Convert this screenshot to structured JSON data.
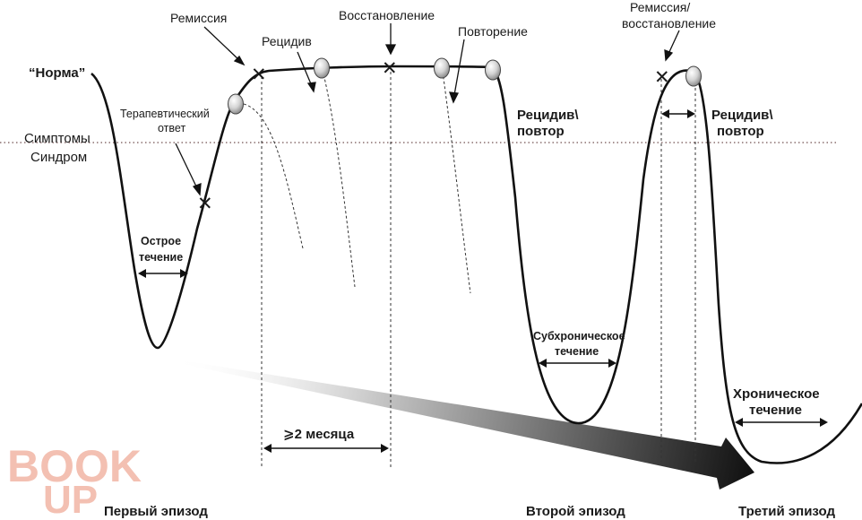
{
  "labels": {
    "norma": "“Норма”",
    "symptoms": "Симптомы",
    "syndrome": "Синдром",
    "remission_top": "Ремиссия",
    "relapse_top": "Рецидив",
    "recovery_top": "Восстановление",
    "repetition_top": "Повторение",
    "remission_recovery_1": "Ремиссия/",
    "remission_recovery_2": "восстановление",
    "therapeutic_1": "Терапевтический",
    "therapeutic_2": "ответ",
    "acute_1": "Острое",
    "acute_2": "течение",
    "relapse_repeat_1a": "Рецидив\\",
    "relapse_repeat_1b": "повтор",
    "relapse_repeat_2a": "Рецидив\\",
    "relapse_repeat_2b": "повтор",
    "subchronic_1": "Субхроническое",
    "subchronic_2": "течение",
    "chronic_1": "Хроническое",
    "chronic_2": "течение",
    "two_months": "⩾2 месяца",
    "first_episode": "Первый эпизод",
    "second_episode": "Второй эпизод",
    "third_episode": "Третий эпизод",
    "watermark_top": "BOOK",
    "watermark_bottom": "UP"
  },
  "colors": {
    "curve": "#111111",
    "threshold": "#8a6f6f",
    "watermark": "#f2b8a8",
    "arrow_dark": "#111111"
  },
  "icons": {
    "event_marker": "x-mark",
    "state_marker": "oval-marker"
  }
}
